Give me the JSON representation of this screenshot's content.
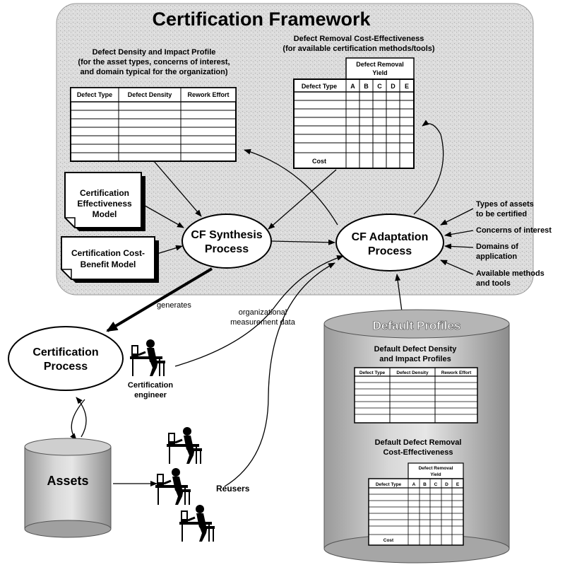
{
  "framework": {
    "title": "Certification Framework"
  },
  "density_profile": {
    "title_lines": [
      "Defect Density and Impact Profile",
      "(for the asset types, concerns of interest,",
      "and domain typical for the organization)"
    ],
    "columns": [
      "Defect Type",
      "Defect Density",
      "Rework Effort"
    ]
  },
  "removal_table": {
    "title_lines": [
      "Defect Removal Cost-Effectiveness",
      "(for available certification methods/tools)"
    ],
    "yield_header_lines": [
      "Defect Removal",
      "Yield"
    ],
    "row_header": "Defect Type",
    "method_columns": [
      "A",
      "B",
      "C",
      "D",
      "E"
    ],
    "cost_label": "Cost"
  },
  "models": {
    "effectiveness_lines": [
      "Certification",
      "Effectiveness",
      "Model"
    ],
    "cost_benefit_lines": [
      "Certification Cost-",
      "Benefit Model"
    ]
  },
  "processes": {
    "synthesis_lines": [
      "CF Synthesis",
      "Process"
    ],
    "adaptation_lines": [
      "CF Adaptation",
      "Process"
    ],
    "certification_lines": [
      "Certification",
      "Process"
    ]
  },
  "inputs": [
    [
      "Types of assets",
      "to be certified"
    ],
    [
      "Concerns of interest"
    ],
    [
      "Domains of",
      "application"
    ],
    [
      "Available methods",
      "and tools"
    ]
  ],
  "labels": {
    "generates": "generates",
    "org_data_lines": [
      "organizational",
      "measurement data"
    ],
    "engineer_lines": [
      "Certification",
      "engineer"
    ],
    "assets": "Assets",
    "reusers": "Reusers"
  },
  "default_profiles": {
    "title": "Default Profiles",
    "density_title_lines": [
      "Default Defect Density",
      "and Impact Profiles"
    ],
    "density_columns": [
      "Defect Type",
      "Defect Density",
      "Rework Effort"
    ],
    "removal_title_lines": [
      "Default Defect Removal",
      "Cost-Effectiveness"
    ],
    "yield_header_lines": [
      "Defect Removal",
      "Yield"
    ],
    "row_header": "Defect Type",
    "method_columns": [
      "A",
      "B",
      "C",
      "D",
      "E"
    ],
    "cost_label": "Cost"
  }
}
